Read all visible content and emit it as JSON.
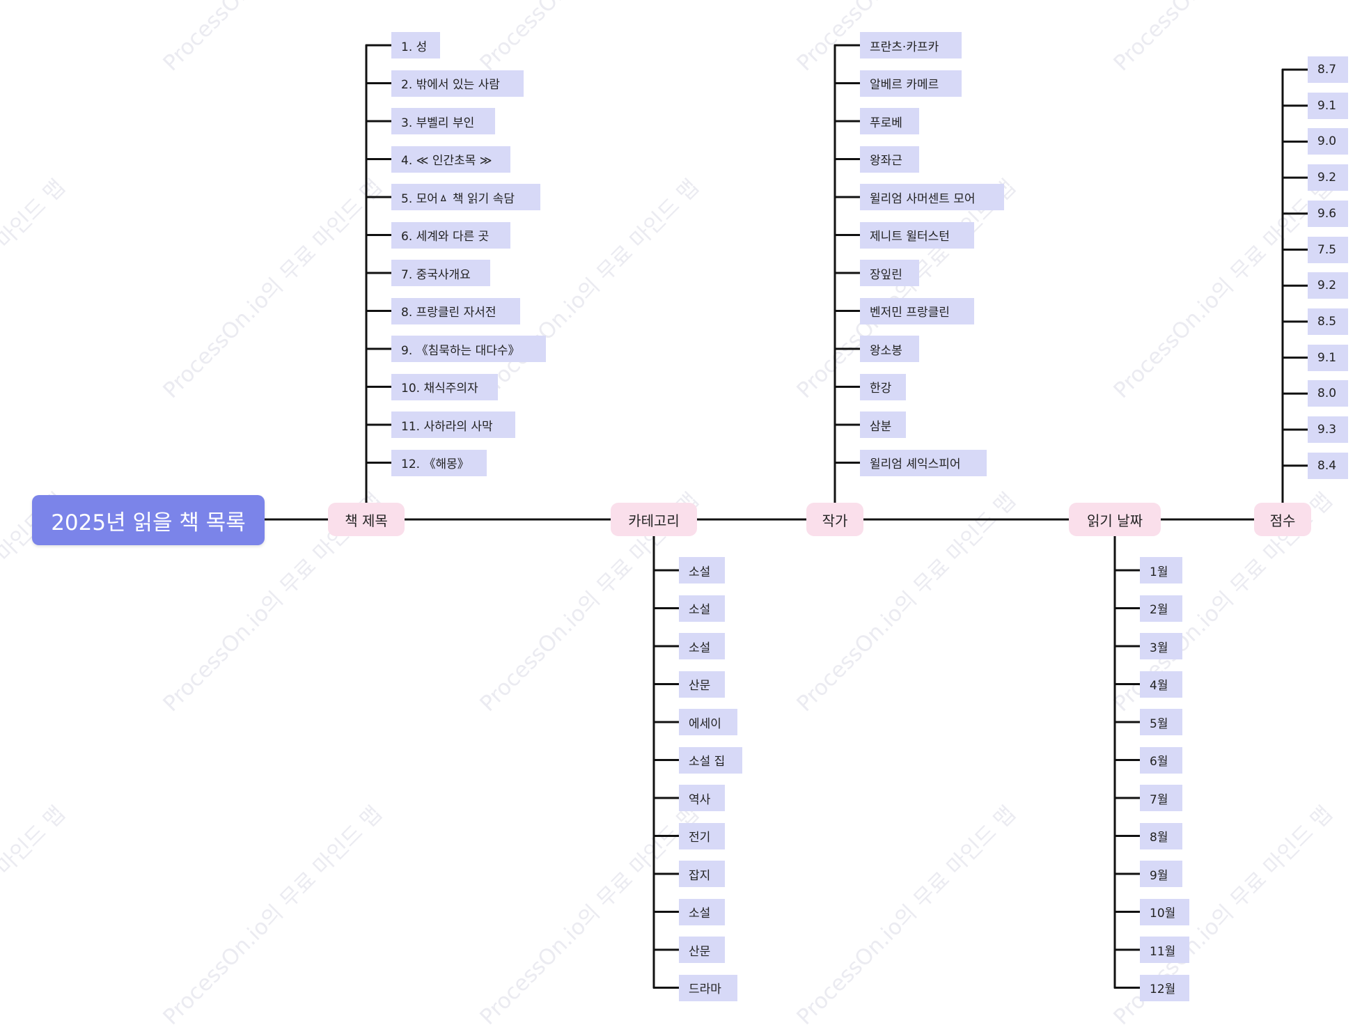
{
  "root": {
    "label": "2025년 읽을 책 목록"
  },
  "branches": [
    {
      "id": "titles",
      "label": "책 제목",
      "items": [
        "1. 성",
        "2. 밖에서 있는 사람",
        "3. 부벨리 부인",
        "4. ≪ 인간초목 ≫",
        "5. 모어ㅿ 책 읽기 속담",
        "6. 세계와 다른 곳",
        "7. 중국사개요",
        "8. 프랑클린 자서전",
        "9. 《침묵하는 대다수》",
        "10. 채식주의자",
        "11. 사하라의 사막",
        "12. 《해몽》"
      ]
    },
    {
      "id": "category",
      "label": "카테고리",
      "items": [
        "소설",
        "소설",
        "소설",
        "산문",
        "에세이",
        "소설 집",
        "역사",
        "전기",
        "잡지",
        "소설",
        "산문",
        "드라마"
      ]
    },
    {
      "id": "author",
      "label": "작가",
      "items": [
        "프란츠·카프카",
        "알베르 카메르",
        "푸로베",
        "왕좌근",
        "윌리엄 사머센트 모어",
        "제니트 윌터스턴",
        "장잎린",
        "벤저민 프랑클린",
        "왕소봉",
        "한강",
        "삼분",
        "윌리엄 셰익스피어"
      ]
    },
    {
      "id": "date",
      "label": "읽기 날짜",
      "items": [
        "1월",
        "2월",
        "3월",
        "4월",
        "5월",
        "6월",
        "7월",
        "8월",
        "9월",
        "10월",
        "11월",
        "12월"
      ]
    },
    {
      "id": "score",
      "label": "점수",
      "items": [
        "8.7",
        "9.1",
        "9.0",
        "9.2",
        "9.6",
        "7.5",
        "9.2",
        "8.5",
        "9.1",
        "8.0",
        "9.3",
        "8.4"
      ]
    }
  ],
  "watermark": "ProcessOn.io의 무료 마인드 맵",
  "colors": {
    "root_fill": "#7b84e9",
    "branch_fill": "#fadfeb",
    "leaf_fill": "#d7d9f7",
    "line": "#111111",
    "watermark": "#ebebf1"
  }
}
